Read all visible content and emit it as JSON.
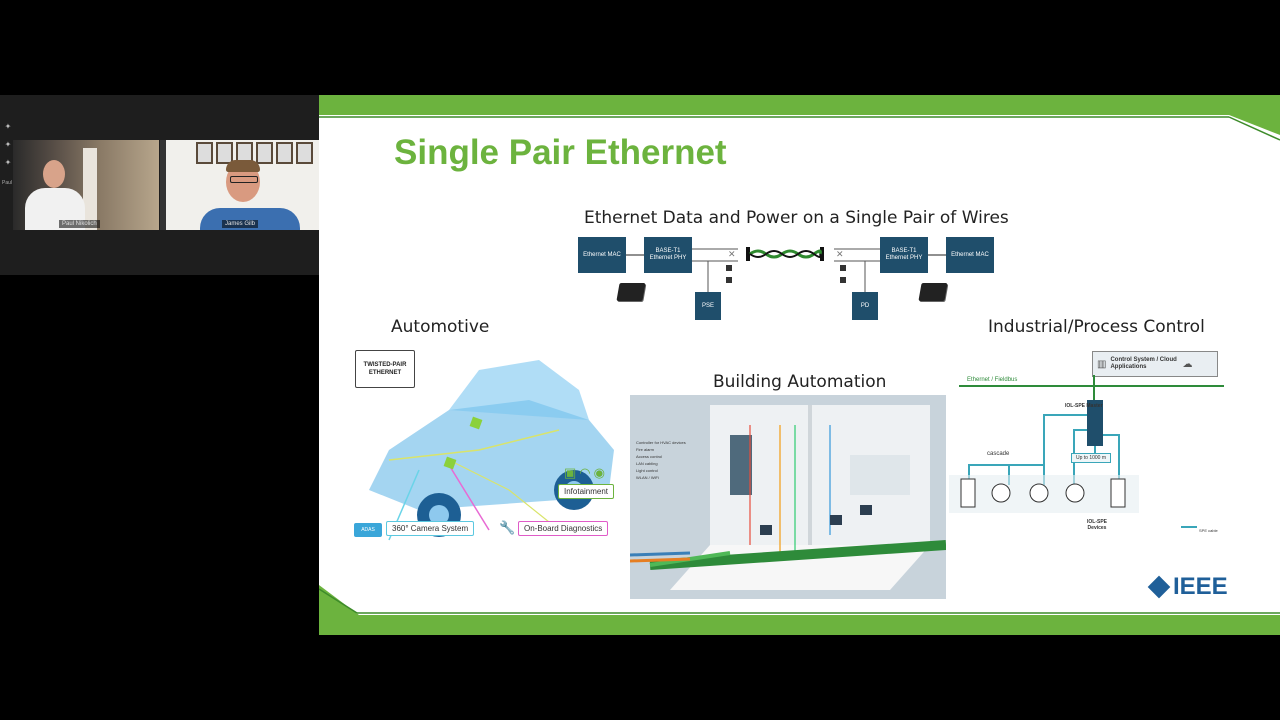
{
  "meeting": {
    "participants": [
      {
        "name": "Paul Nikolich"
      },
      {
        "name": "James Gilb"
      }
    ],
    "side_icons": [
      "mic-icon",
      "mic-icon",
      "mic-icon",
      "participant-label"
    ],
    "side_label": "Paul Nikolich"
  },
  "slide": {
    "title": "Single Pair Ethernet",
    "top_diagram": {
      "title": "Ethernet Data and Power on a Single Pair of Wires",
      "left_mac": "Ethernet MAC",
      "left_phy": "BASE-T1 Ethernet PHY",
      "left_box": "PSE",
      "right_phy": "BASE-T1 Ethernet PHY",
      "right_mac": "Ethernet MAC",
      "right_box": "PD"
    },
    "automotive": {
      "title": "Automotive",
      "badge": "TWISTED-PAIR ETHERNET",
      "infotainment": "Infotainment",
      "camera": "360° Camera System",
      "adas": "ADAS",
      "diagnostics": "On-Board Diagnostics"
    },
    "building": {
      "title": "Building Automation",
      "legend": [
        "Controller for HVAC devices",
        "Fire alarm",
        "Access control",
        "LAN cabling",
        "Light control",
        "WLAN / WiFi"
      ]
    },
    "industrial": {
      "title": "Industrial/Process Control",
      "control_box": "Control System / Cloud Applications",
      "bus_label": "Ethernet / Fieldbus",
      "master_label": "IOL-SPE Master",
      "cascade_label": "cascade",
      "range_label": "Up to 1000 m",
      "devices_label": "IOL-SPE Devices",
      "cable_label": "SPE cable"
    },
    "logo_text": "IEEE"
  },
  "colors": {
    "green": "#6cb33e",
    "dark_green": "#3d8b2a",
    "navy": "#1f4e6b",
    "teal": "#3aa6b9"
  }
}
